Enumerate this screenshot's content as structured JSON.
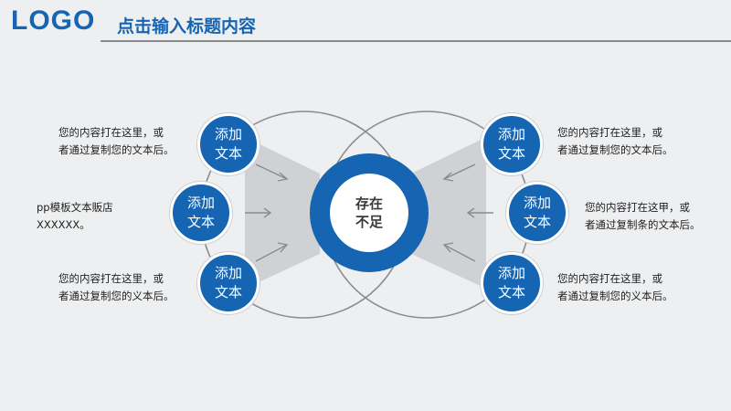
{
  "header": {
    "logo": "LOGO",
    "title": "点击输入标题内容"
  },
  "center": {
    "label": "存在\n不足"
  },
  "nodes": [
    {
      "label": "添加\n文本"
    },
    {
      "label": "添加\n文本"
    },
    {
      "label": "添加\n文本"
    },
    {
      "label": "添加\n文本"
    },
    {
      "label": "添加\n文本"
    },
    {
      "label": "添加\n文本"
    }
  ],
  "descriptions": [
    {
      "text": "您的内容打在这里，或\n者通过复制您的文本后。"
    },
    {
      "text": "pp模板文本販店\nXXXXXX。"
    },
    {
      "text": "您的内容打在这里，或\n者通过复制您的义本后。"
    },
    {
      "text": "您的内容打在这里，或\n者通过复制您的文本后。"
    },
    {
      "text": "您的内容打在这甲，或\n者通过复制条的文本后。"
    },
    {
      "text": "您的内容打在这里，或\n者通过复制您的义本后。"
    }
  ],
  "colors": {
    "accent": "#1565b3",
    "line": "#8a8c90",
    "funnel": "#cfd1d4"
  }
}
